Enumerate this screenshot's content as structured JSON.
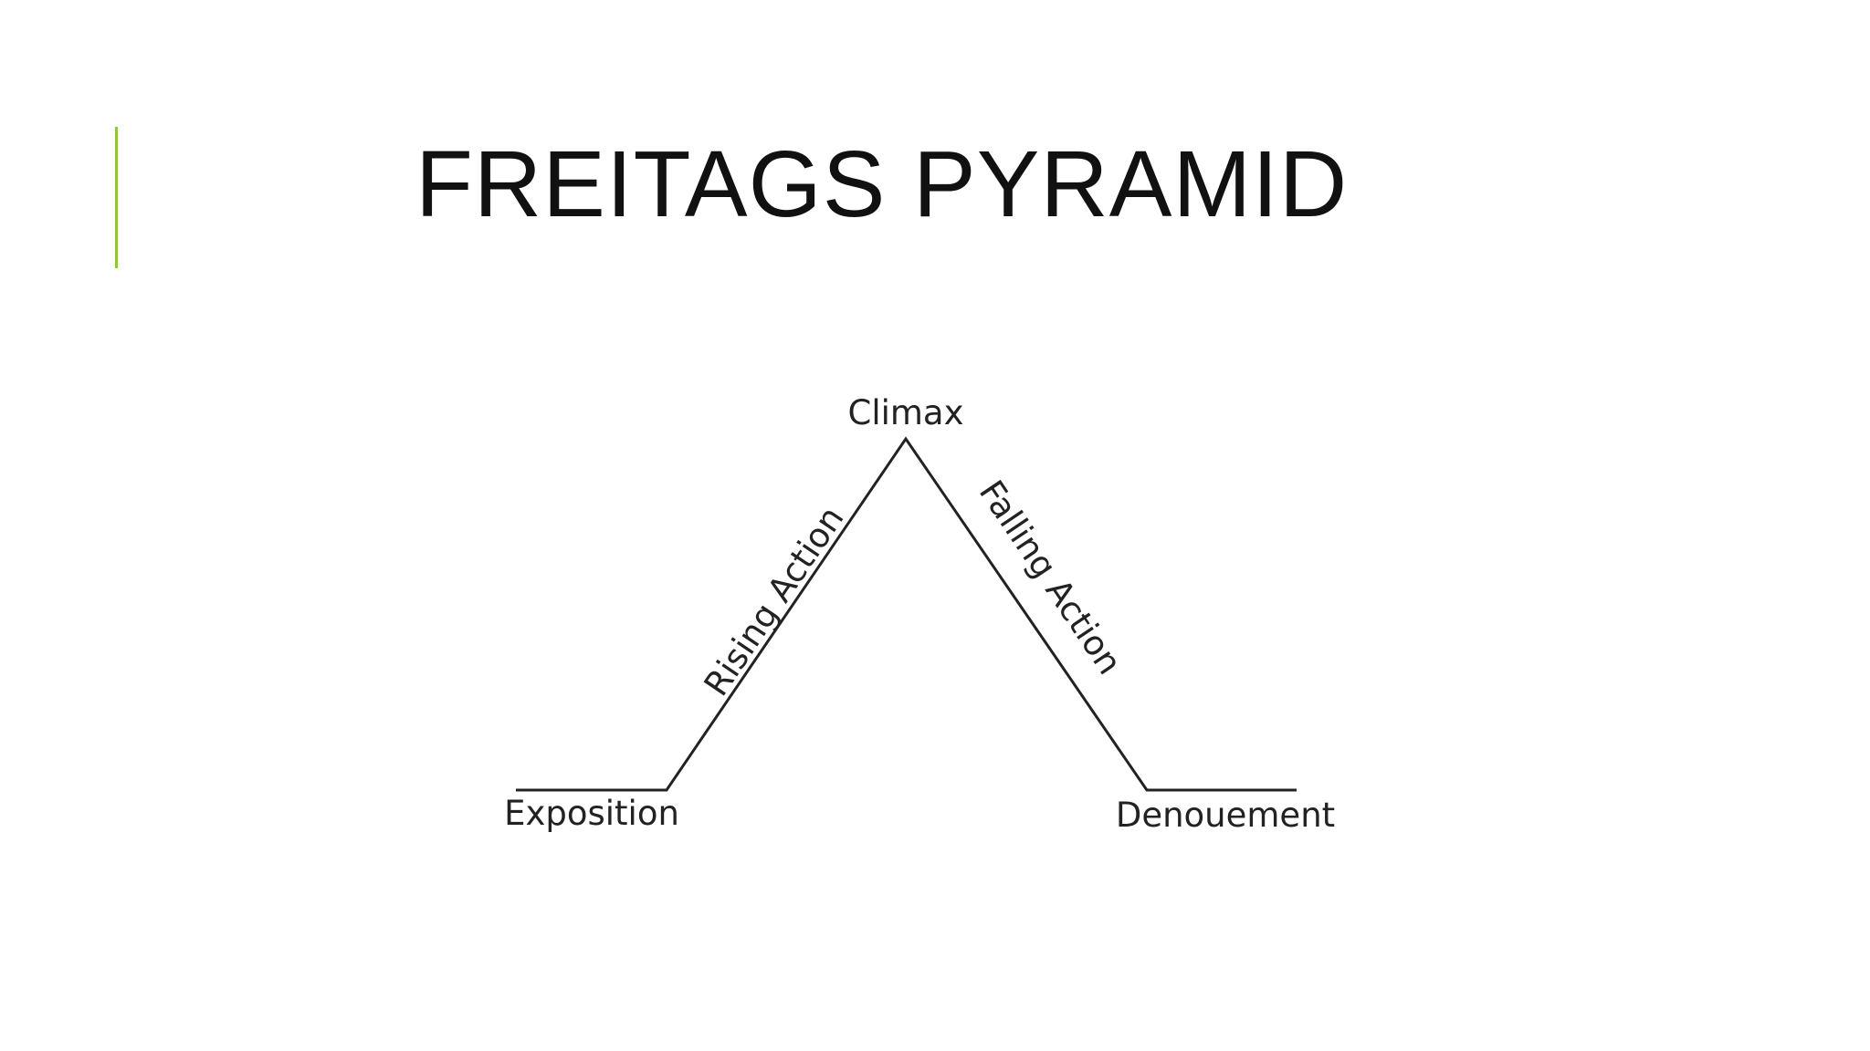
{
  "slide": {
    "title": "FREITAGS PYRAMID",
    "accent_color": "#8dc63f"
  },
  "diagram": {
    "labels": {
      "climax": "Climax",
      "rising_action": "Rising Action",
      "falling_action": "Falling Action",
      "exposition": "Exposition",
      "denouement": "Denouement"
    },
    "line_color": "#222222"
  }
}
